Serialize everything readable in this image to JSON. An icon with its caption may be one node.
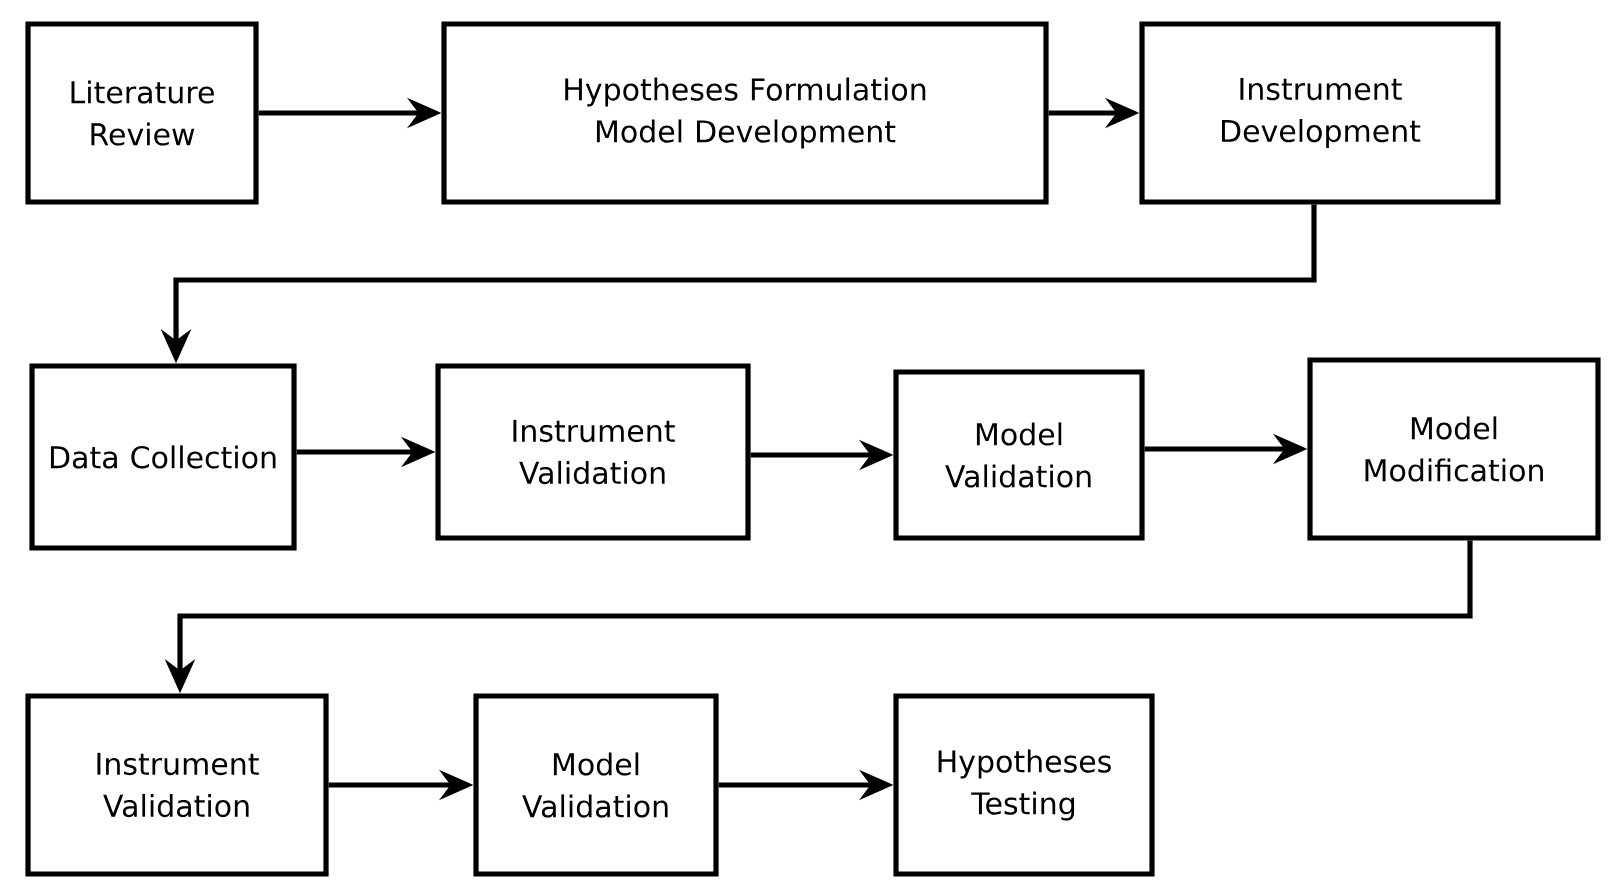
{
  "diagram": {
    "nodes": [
      {
        "text": [
          "Literature Review"
        ]
      },
      {
        "text": [
          "Hypotheses Formulation Model Development"
        ]
      },
      {
        "text": [
          "Instrument Development"
        ]
      },
      {
        "text": [
          "Data Collection"
        ]
      },
      {
        "text": [
          "Instrument Validation"
        ]
      },
      {
        "text": [
          "Model Validation"
        ]
      },
      {
        "text": [
          "Model Modification"
        ]
      },
      {
        "text": [
          "Instrument Validation"
        ]
      },
      {
        "text": [
          "Model Validation"
        ]
      },
      {
        "text": [
          "Hypotheses Testing"
        ]
      }
    ],
    "edges": [
      {
        "from": 0,
        "to": 1,
        "arrow": "to"
      },
      {
        "from": 1,
        "to": 2,
        "arrow": "to"
      },
      {
        "from": 2,
        "to": 3,
        "arrow": "to"
      },
      {
        "from": 3,
        "to": 4,
        "arrow": "to"
      },
      {
        "from": 4,
        "to": 5,
        "arrow": "to"
      },
      {
        "from": 5,
        "to": 6,
        "arrow": "to"
      },
      {
        "from": 6,
        "to": 7,
        "arrow": "to"
      },
      {
        "from": 7,
        "to": 8,
        "arrow": "to"
      },
      {
        "from": 8,
        "to": 9,
        "arrow": "to"
      }
    ]
  }
}
